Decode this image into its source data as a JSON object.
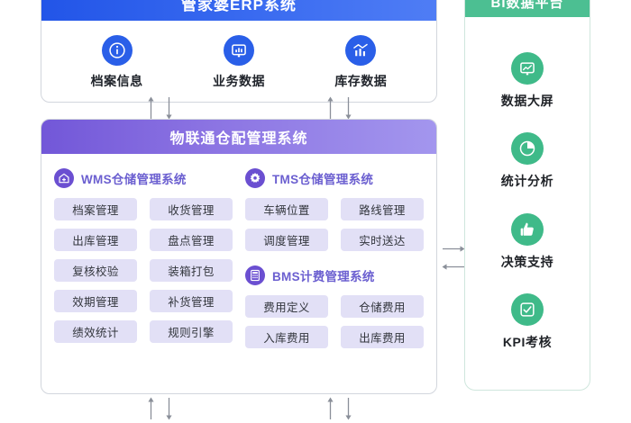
{
  "erp": {
    "title": "管家婆ERP系统",
    "accent": "#2a5fe8",
    "items": [
      {
        "icon": "info-circle-icon",
        "label": "档案信息"
      },
      {
        "icon": "bar-chart-monitor-icon",
        "label": "业务数据"
      },
      {
        "icon": "trend-chart-icon",
        "label": "库存数据"
      }
    ]
  },
  "iot": {
    "title": "物联通仓配管理系统",
    "accent": "#6b5fd0",
    "chip_bg": "#e2e0f6",
    "left_column": {
      "system": {
        "icon": "warehouse-plus-icon",
        "title": "WMS仓储管理系统"
      },
      "chips": [
        "档案管理",
        "收货管理",
        "出库管理",
        "盘点管理",
        "复核校验",
        "装箱打包",
        "效期管理",
        "补货管理",
        "绩效统计",
        "规则引擎"
      ]
    },
    "right_column": {
      "system_tms": {
        "icon": "gear-icon",
        "title": "TMS仓储管理系统"
      },
      "chips_tms": [
        "车辆位置",
        "路线管理",
        "调度管理",
        "实时送达"
      ],
      "system_bms": {
        "icon": "calculator-icon",
        "title": "BMS计费管理系统"
      },
      "chips_bms": [
        "费用定义",
        "仓储费用",
        "入库费用",
        "出库费用"
      ]
    }
  },
  "bi": {
    "title": "BI数据平台",
    "accent": "#3fba89",
    "items": [
      {
        "icon": "dashboard-monitor-icon",
        "label": "数据大屏"
      },
      {
        "icon": "pie-chart-icon",
        "label": "统计分析"
      },
      {
        "icon": "thumbs-up-icon",
        "label": "决策支持"
      },
      {
        "icon": "checklist-icon",
        "label": "KPI考核"
      }
    ]
  },
  "connectors": {
    "top_left": {
      "up": "arrow-up-icon",
      "down": "arrow-down-icon"
    },
    "top_right": {
      "up": "arrow-up-icon",
      "down": "arrow-down-icon"
    },
    "bottom_left": {
      "up": "arrow-up-icon",
      "down": "arrow-down-icon"
    },
    "bottom_right": {
      "up": "arrow-up-icon",
      "down": "arrow-down-icon"
    },
    "side": {
      "right": "arrow-right-icon",
      "left": "arrow-left-icon"
    }
  }
}
